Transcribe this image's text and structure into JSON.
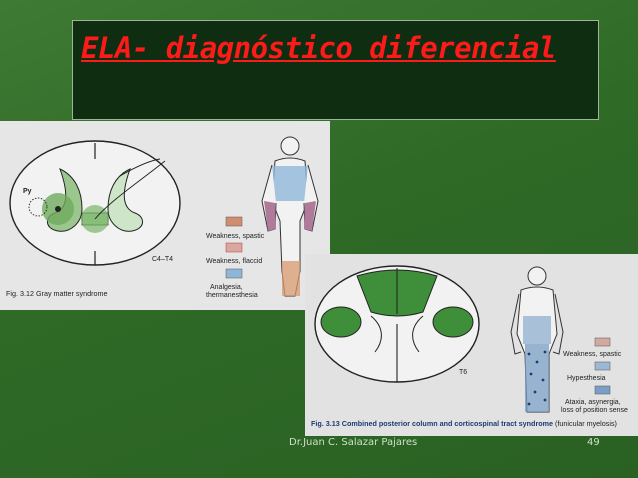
{
  "slide": {
    "title": "ELA- diagnóstico diferencial",
    "footer_author": "Dr.Juan C. Salazar Pajares",
    "page_number": "49"
  },
  "figure1": {
    "level_label": "C4–T4",
    "tract_label": "Py",
    "caption_bold": "Fig. 3.12 Gray matter syndrome",
    "legend": [
      {
        "label": "Weakness, spastic",
        "color": "#cf8f6e"
      },
      {
        "label": "Weakness, flaccid",
        "color": "#d9a6a0"
      },
      {
        "label": "Analgesia,",
        "label2": "thermanesthesia",
        "color": "#8fb6d8"
      }
    ]
  },
  "figure2": {
    "level_label": "T6",
    "caption_bold": "Fig. 3.13 Combined posterior column and corticospinal tract syndrome",
    "caption_rest": " (funicular myelosis)",
    "legend": [
      {
        "label": "Weakness, spastic",
        "color": "#d2a99e"
      },
      {
        "label": "Hypesthesia",
        "color": "#9cb8d3"
      },
      {
        "label": "Ataxia, asynergia,",
        "label2": "loss of position sense",
        "color": "#7a9ec4"
      }
    ]
  },
  "colors": {
    "background": "#2f6a27",
    "title_box": "#0f2d10",
    "title_text": "#ff1a1a",
    "lesion_green": "#3f8f3a"
  }
}
